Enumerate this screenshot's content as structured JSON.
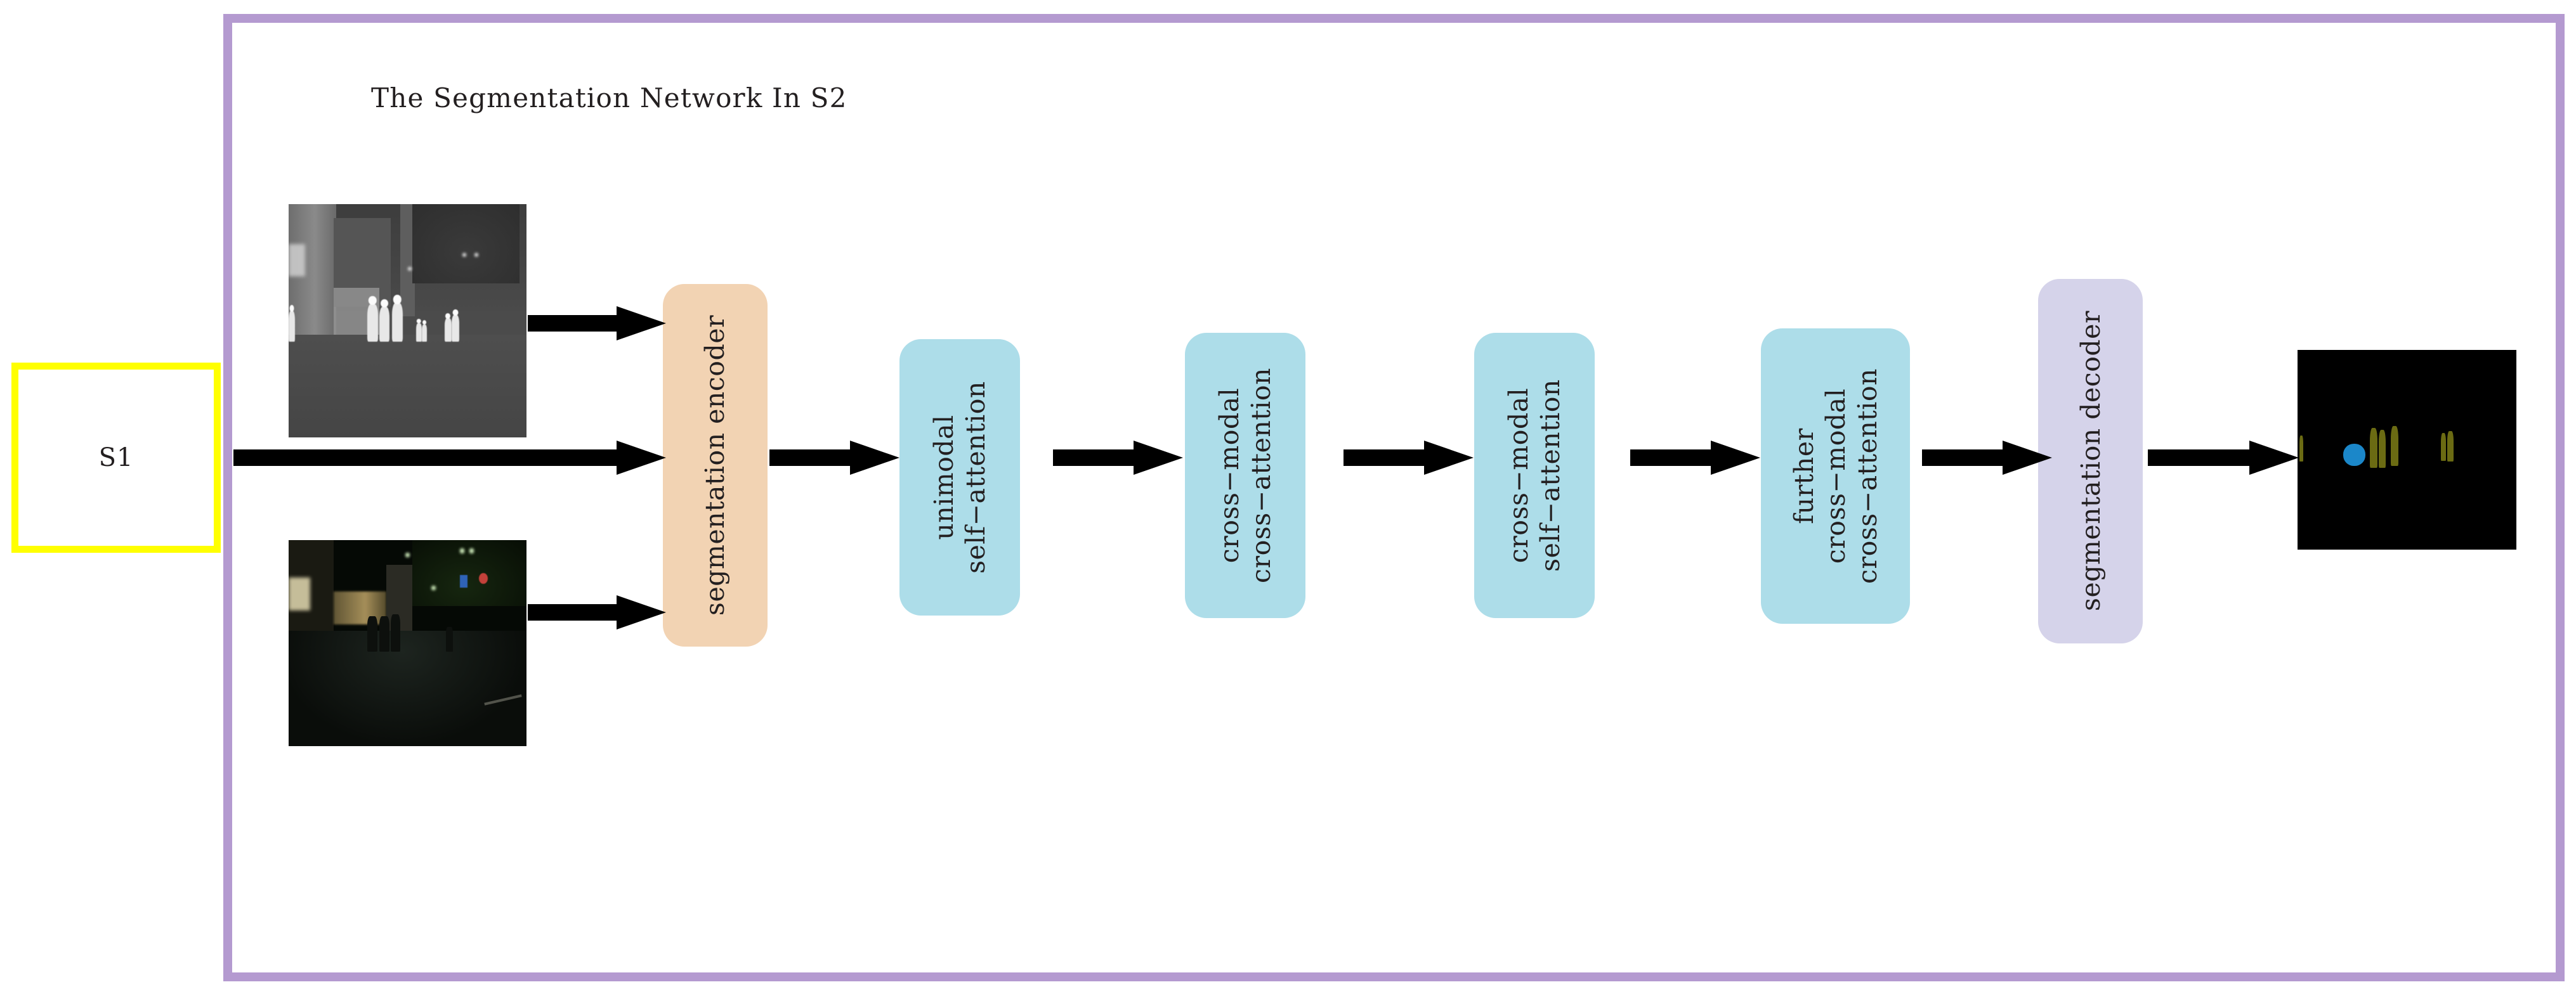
{
  "figure": {
    "title": "The Segmentation Network In S2",
    "frame_color": "#b49ad0",
    "background": "#ffffff"
  },
  "input_block": {
    "label": "S1",
    "border_color": "#ffff00"
  },
  "inputs": [
    {
      "name": "thermal-input-image",
      "caption": "",
      "modality": "thermal infrared night street scene with pedestrians"
    },
    {
      "name": "rgb-input-image",
      "caption": "",
      "modality": "low-light RGB night street scene with pedestrians"
    }
  ],
  "stages": [
    {
      "id": "segmentation-encoder",
      "lines": [
        "segmentation encoder"
      ],
      "color": "#f2d3b3"
    },
    {
      "id": "unimodal-self-attention",
      "lines": [
        "unimodal",
        "self−attention"
      ],
      "color": "#addde9"
    },
    {
      "id": "cross-modal-cross-attention",
      "lines": [
        "cross−modal",
        "cross−attention"
      ],
      "color": "#addde9"
    },
    {
      "id": "cross-modal-self-attention",
      "lines": [
        "cross−modal",
        "self−attention"
      ],
      "color": "#addde9"
    },
    {
      "id": "further-cross-modal-cross-attention",
      "lines": [
        "further",
        "cross−modal",
        "cross−attention"
      ],
      "color": "#addde9"
    },
    {
      "id": "segmentation-decoder",
      "lines": [
        "segmentation decoder"
      ],
      "color": "#d5d3ea"
    }
  ],
  "output": {
    "name": "segmentation-output-image",
    "background_color": "#000000",
    "person_color": "#6b6b13",
    "bike_color": "#1b87c9"
  },
  "arrow_color": "#000000"
}
